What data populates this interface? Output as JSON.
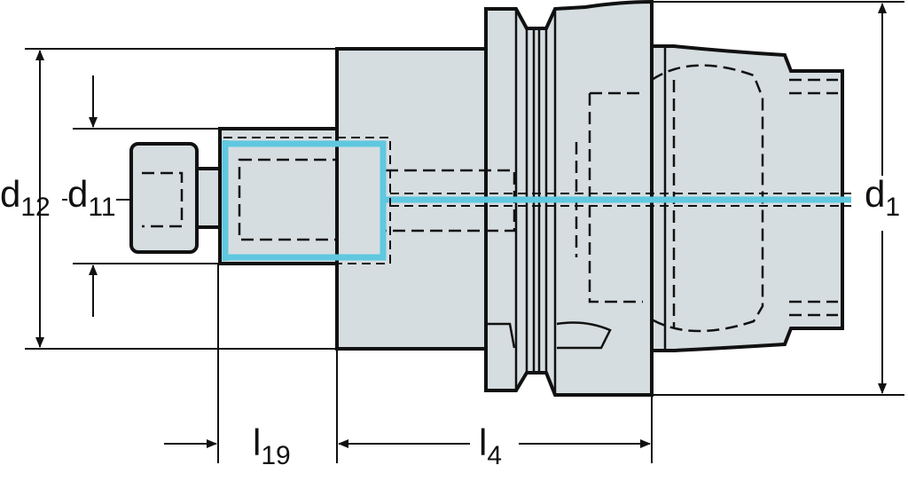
{
  "labels": {
    "d12": {
      "base": "d",
      "sub": "12"
    },
    "d11": {
      "base": "d",
      "sub": "11"
    },
    "d1": {
      "base": "d",
      "sub": "1"
    },
    "l19": {
      "base": "l",
      "sub": "19"
    },
    "l4": {
      "base": "l",
      "sub": "4"
    }
  },
  "colors": {
    "body": "#d5dde0",
    "line": "#111111",
    "highlight": "#5fc8e0"
  }
}
